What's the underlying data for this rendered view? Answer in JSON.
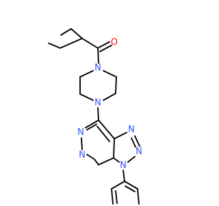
{
  "colors": {
    "bond": "#000000",
    "oxygen": "#ff0d0d",
    "nitrogen": "#3050f8",
    "background": "#ffffff"
  },
  "labels": {
    "o_carbonyl": "O",
    "n_piperazine_top": "N",
    "n_piperazine_bottom": "N",
    "n_triazole_1": "N",
    "n_triazole_2": "N",
    "n_triazole_3": "N",
    "n_pyrimidine_1": "N",
    "n_pyrimidine_2": "N"
  }
}
